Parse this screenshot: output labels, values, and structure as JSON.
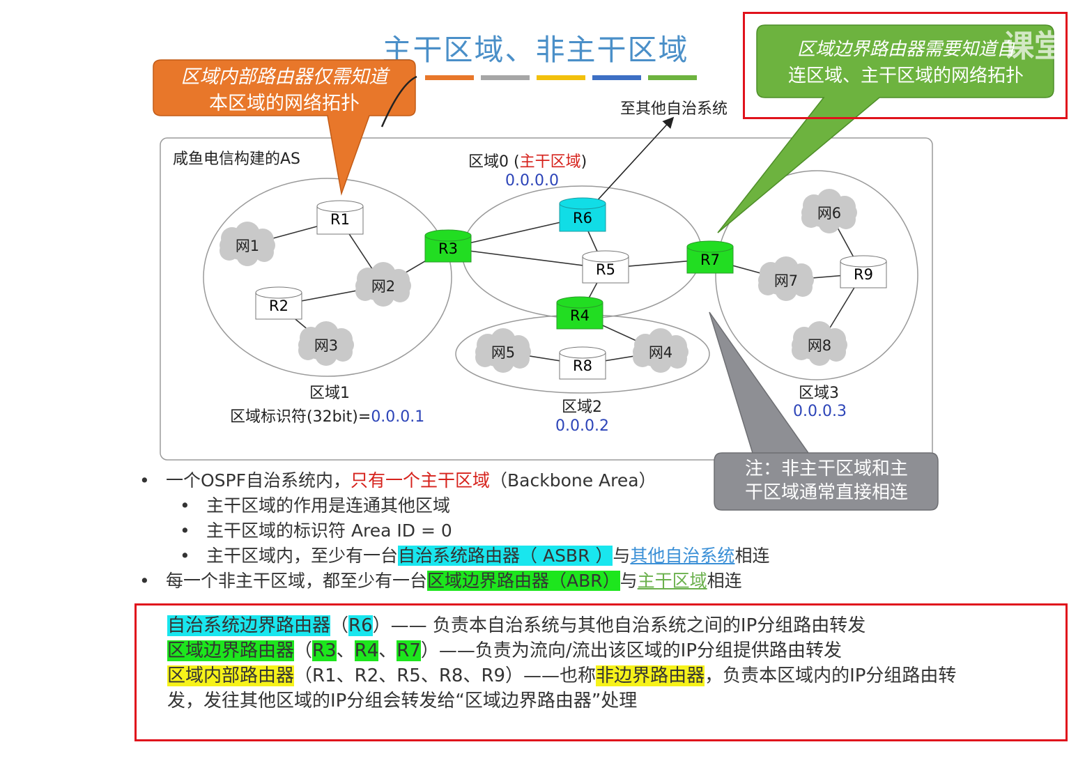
{
  "title": "主干区域、非主干区域",
  "callout_internal": {
    "line1": "区域内部路由器仅需知道",
    "line2": "本区域的网络拓扑"
  },
  "callout_border": {
    "line1": "区域边界路由器需要知道自",
    "line2": "连区域、主干区域的网络拓扑"
  },
  "watermark": "课堂",
  "callout_note": {
    "line1": "注：非主干区域和主",
    "line2": "干区域通常直接相连"
  },
  "to_other_as": "至其他自治系统",
  "as_label": "咸鱼电信构建的AS",
  "area0": {
    "name": "区域0 (",
    "backbone": "主干区域",
    "close": ")",
    "id": "0.0.0.0"
  },
  "area1": {
    "name": "区域1",
    "id_label": "区域标识符(32bit)=",
    "id": "0.0.0.1"
  },
  "area2": {
    "name": "区域2",
    "id": "0.0.0.2"
  },
  "area3": {
    "name": "区域3",
    "id": "0.0.0.3"
  },
  "routers": {
    "R1": "R1",
    "R2": "R2",
    "R3": "R3",
    "R4": "R4",
    "R5": "R5",
    "R6": "R6",
    "R7": "R7",
    "R8": "R8",
    "R9": "R9"
  },
  "networks": {
    "n1": "网1",
    "n2": "网2",
    "n3": "网3",
    "n4": "网4",
    "n5": "网5",
    "n6": "网6",
    "n7": "网7",
    "n8": "网8"
  },
  "colors": {
    "backbone_router": "#22dd22",
    "asbr_router": "#11dde6",
    "internal_router": "#ffffff",
    "orange_callout": "#e8772a",
    "green_callout": "#6db33f",
    "gray_callout": "#8e8f94",
    "title": "#4a8fc8",
    "red_box": "#e0121c"
  },
  "color_strip": [
    "#e8772a",
    "#a6a6a6",
    "#f2c00c",
    "#3d6fc4",
    "#6db33f"
  ],
  "bullets": {
    "b1_pre": "一个OSPF自治系统内，",
    "b1_red": "只有一个主干区域",
    "b1_post": "（Backbone Area）",
    "b1a": "主干区域的作用是连通其他区域",
    "b1b": "主干区域的标识符 Area ID = 0",
    "b1c_pre": "主干区域内，至少有一台",
    "b1c_hl": "自治系统路由器（ ASBR ）",
    "b1c_mid": "与",
    "b1c_link": "其他自治系统",
    "b1c_post": "相连",
    "b2_pre": "每一个非主干区域，都至少有一台",
    "b2_hl": "区域边界路由器（ABR）",
    "b2_mid": "与",
    "b2_link": "主干区域",
    "b2_post": "相连"
  },
  "definitions": {
    "asbr_name": "自治系统边界路由器",
    "asbr_open": "（",
    "asbr_r": "R6",
    "asbr_desc": "）—— 负责本自治系统与其他自治系统之间的IP分组路由转发",
    "abr_name": "区域边界路由器",
    "abr_open": "（",
    "abr_r3": "R3",
    "abr_sep1": "、",
    "abr_r4": "R4",
    "abr_sep2": "、",
    "abr_r7": "R7",
    "abr_desc": "）——负责为流向/流出该区域的IP分组提供路由转发",
    "internal_name": "区域内部路由器",
    "internal_desc1": "（R1、R2、R5、R8、R9）——也称",
    "internal_alias": "非边界路由器",
    "internal_desc2": "，负责本区域内的IP分组路由转",
    "internal_desc3": "发，发往其他区域的IP分组会转发给“区域边界路由器”处理"
  }
}
